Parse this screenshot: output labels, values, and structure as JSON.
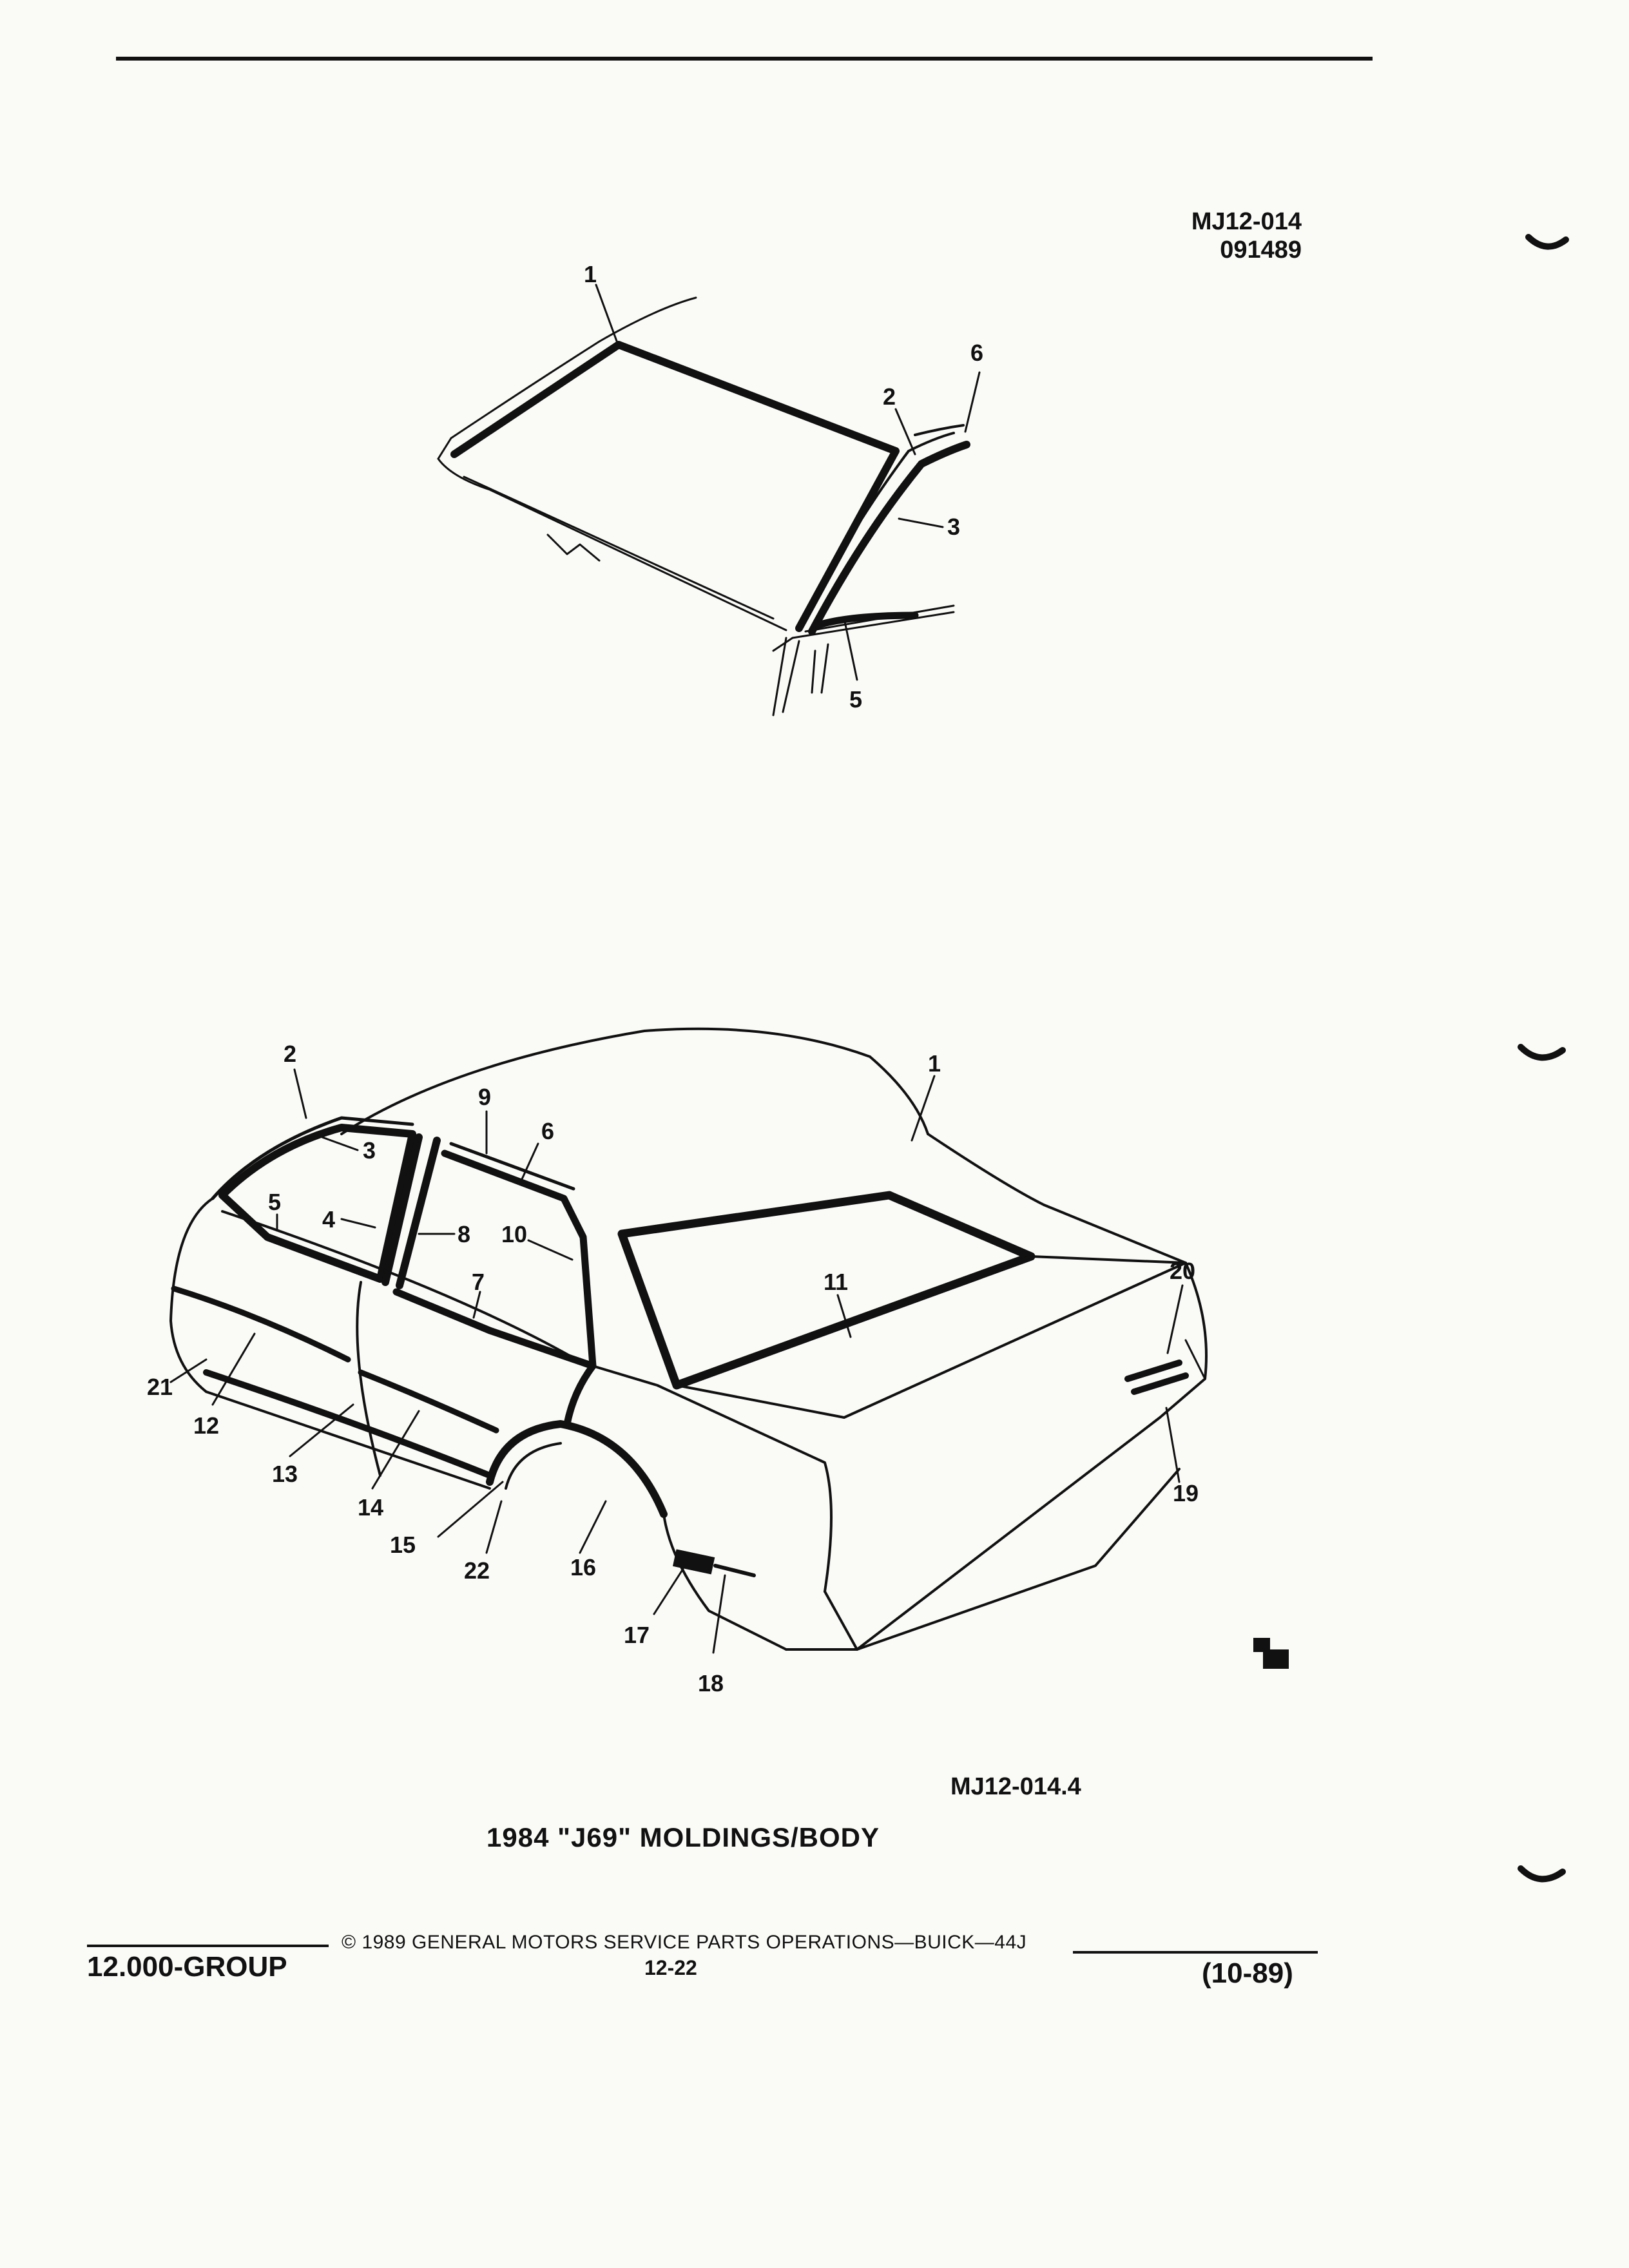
{
  "header": {
    "code": "MJ12-014",
    "number": "091489"
  },
  "diagram": {
    "windshield_callouts": [
      "1",
      "2",
      "6",
      "3",
      "5"
    ],
    "body_callouts": [
      "2",
      "9",
      "6",
      "3",
      "5",
      "4",
      "8",
      "10",
      "7",
      "1",
      "11",
      "20",
      "21",
      "12",
      "13",
      "14",
      "15",
      "22",
      "16",
      "17",
      "18",
      "19"
    ],
    "ref_code": "MJ12-014.4",
    "caption": "1984 \"J69\" MOLDINGS/BODY"
  },
  "footer": {
    "copyright": "© 1989 GENERAL MOTORS SERVICE PARTS OPERATIONS—BUICK—44J",
    "group": "12.000-GROUP",
    "page": "12-22",
    "date": "(10-89)"
  }
}
